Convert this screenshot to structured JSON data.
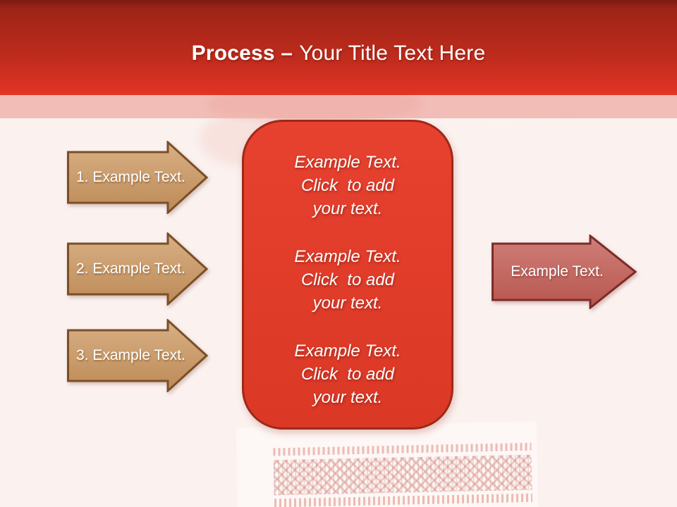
{
  "slide": {
    "title": {
      "bold_text": "Process –",
      "normal_text": "Your Title Text Here"
    }
  },
  "steps": [
    {
      "label": "1. Example Text."
    },
    {
      "label": "2. Example Text."
    },
    {
      "label": "3. Example Text."
    }
  ],
  "detail_box": {
    "blocks": [
      "Example Text.\nClick  to add\nyour text.",
      "Example Text.\nClick  to add\nyour text.",
      "Example Text.\nClick  to add\nyour text."
    ]
  },
  "result_arrow": {
    "label": "Example Text."
  },
  "colors": {
    "header_gradient_top": "#7b1b10",
    "header_gradient_bottom": "#e23425",
    "accent_band": "#efb1ac",
    "slide_background": "#fbf2f0",
    "step_arrow_fill": "#c6996b",
    "step_arrow_border": "#7a4f28",
    "detail_box_fill": "#e23e2c",
    "detail_box_border": "#9e2918",
    "result_arrow_fill": "#c5665f",
    "result_arrow_border": "#7c2b28",
    "text": "#ffffff"
  }
}
